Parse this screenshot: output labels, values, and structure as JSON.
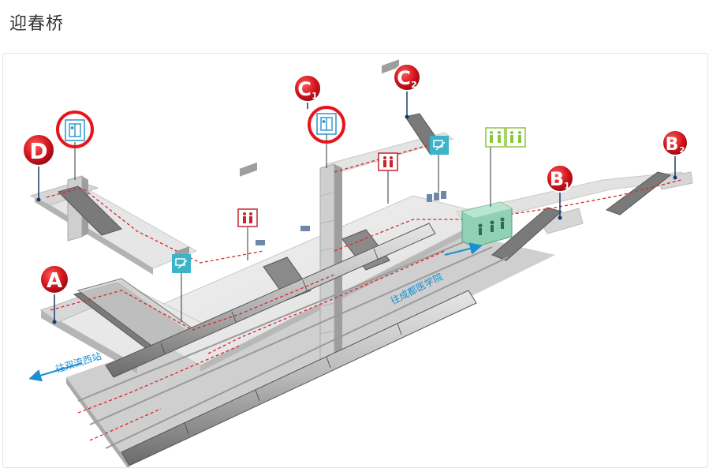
{
  "page": {
    "title": "迎春桥"
  },
  "entrances": {
    "A": {
      "letter": "A",
      "sub": ""
    },
    "B1": {
      "letter": "B",
      "sub": "1"
    },
    "B2": {
      "letter": "B",
      "sub": "2"
    },
    "C1": {
      "letter": "C",
      "sub": "1"
    },
    "C2": {
      "letter": "C",
      "sub": "2"
    },
    "D": {
      "letter": "D",
      "sub": ""
    }
  },
  "directions": {
    "west": "往双流西站",
    "east": "往成都医学院"
  },
  "icons": {
    "elevator": "elevator-icon",
    "wc": "restroom-icon",
    "accessible_elevator": "accessible-elevator-icon",
    "service": "ticket-service-icon"
  },
  "colors": {
    "entrance_red": "#d0121b",
    "highlight_ring": "#e8141c",
    "path_red": "#d9262d",
    "direction_blue": "#1b8fd1",
    "wc_green": "#8cc63f",
    "service_teal": "#3bb3c9",
    "elevator_blue": "#2a95c9"
  }
}
